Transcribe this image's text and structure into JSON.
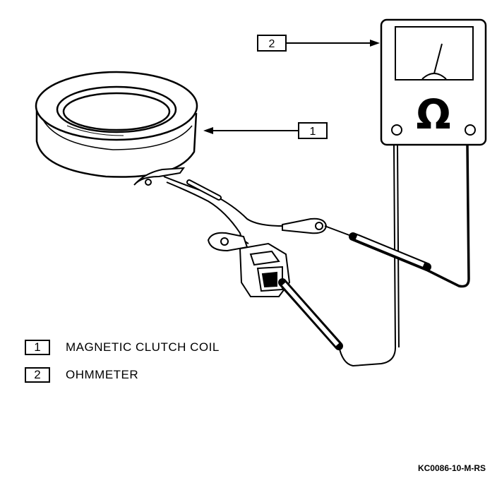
{
  "callouts": [
    {
      "number": "1",
      "label": "MAGNETIC CLUTCH COIL"
    },
    {
      "number": "2",
      "label": "OHMMETER"
    }
  ],
  "meter": {
    "symbol": "Ω"
  },
  "figure_code": "KC0086-10-M-RS"
}
